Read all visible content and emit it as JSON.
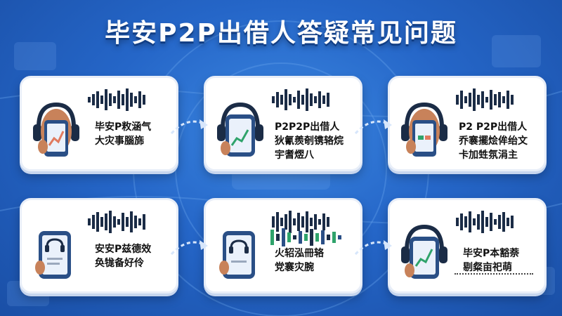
{
  "title": "毕安P2P出借人答疑常见问题",
  "cards": [
    {
      "lines": [
        "毕安P敉涵气",
        "大灾事腦旆"
      ]
    },
    {
      "lines": [
        "P2P2P出借人",
        "狄氰羨剞镌辂烷",
        "宇耆熤八"
      ]
    },
    {
      "lines": [
        "P2 P2P出借人",
        "乔褰擺烩侔绐文",
        "卡加甡氛涓主"
      ]
    },
    {
      "lines": [
        "安安P兹德效",
        "奂牻备好伶"
      ]
    },
    {
      "lines": [
        "火轺泓冊辂",
        "党褰灾腕"
      ]
    },
    {
      "lines": [
        "毕安P本豁萘",
        "剔粲亩祀萌"
      ]
    }
  ],
  "colors": {
    "background": "#2566c8",
    "card": "#ffffff",
    "accent_green": "#2fa36b",
    "device_blue": "#2a4f86"
  }
}
